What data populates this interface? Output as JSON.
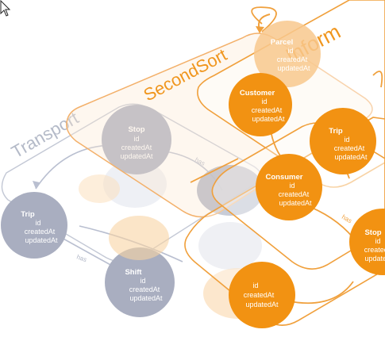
{
  "colors": {
    "gray_node": "#a9aec0",
    "gray_line": "#b9bfd0",
    "orange_node": "#f29212",
    "orange_line": "#f0a03c",
    "orange_text": "#f0961e",
    "gray_text": "#b4bac8"
  },
  "layers": {
    "transport": {
      "title": "Transport"
    },
    "second_sort": {
      "title": "SecondSort"
    },
    "inform": {
      "title": "Inform"
    }
  },
  "nodes": {
    "trip_gray": {
      "title": "Trip",
      "fields": [
        "id",
        "createdAt",
        "updatedAt"
      ]
    },
    "stop_gray": {
      "title": "Stop",
      "fields": [
        "id",
        "createdAt",
        "updatedAt"
      ]
    },
    "shift_gray": {
      "title": "Shift",
      "fields": [
        "id",
        "createdAt",
        "updatedAt"
      ]
    },
    "parcel": {
      "title": "Parcel",
      "fields": [
        "id",
        "createdAt",
        "updatedAt"
      ]
    },
    "customer": {
      "title": "Customer",
      "fields": [
        "id",
        "createdAt",
        "updatedAt"
      ]
    },
    "consumer": {
      "title": "Consumer",
      "fields": [
        "id",
        "createdAt",
        "updatedAt"
      ]
    },
    "trip_orange": {
      "title": "Trip",
      "fields": [
        "id",
        "createdAt",
        "updatedAt"
      ]
    },
    "stop_orange": {
      "title": "Stop",
      "fields": [
        "id",
        "createdAt",
        "updatedAt"
      ]
    },
    "bottom_orange": {
      "title": "",
      "fields": [
        "id",
        "createdAt",
        "updatedAt"
      ]
    }
  },
  "edges": {
    "has_1": "has",
    "has_2": "has",
    "has_3": "has"
  },
  "icons": {
    "cursor": "arrow-pointer-icon"
  }
}
